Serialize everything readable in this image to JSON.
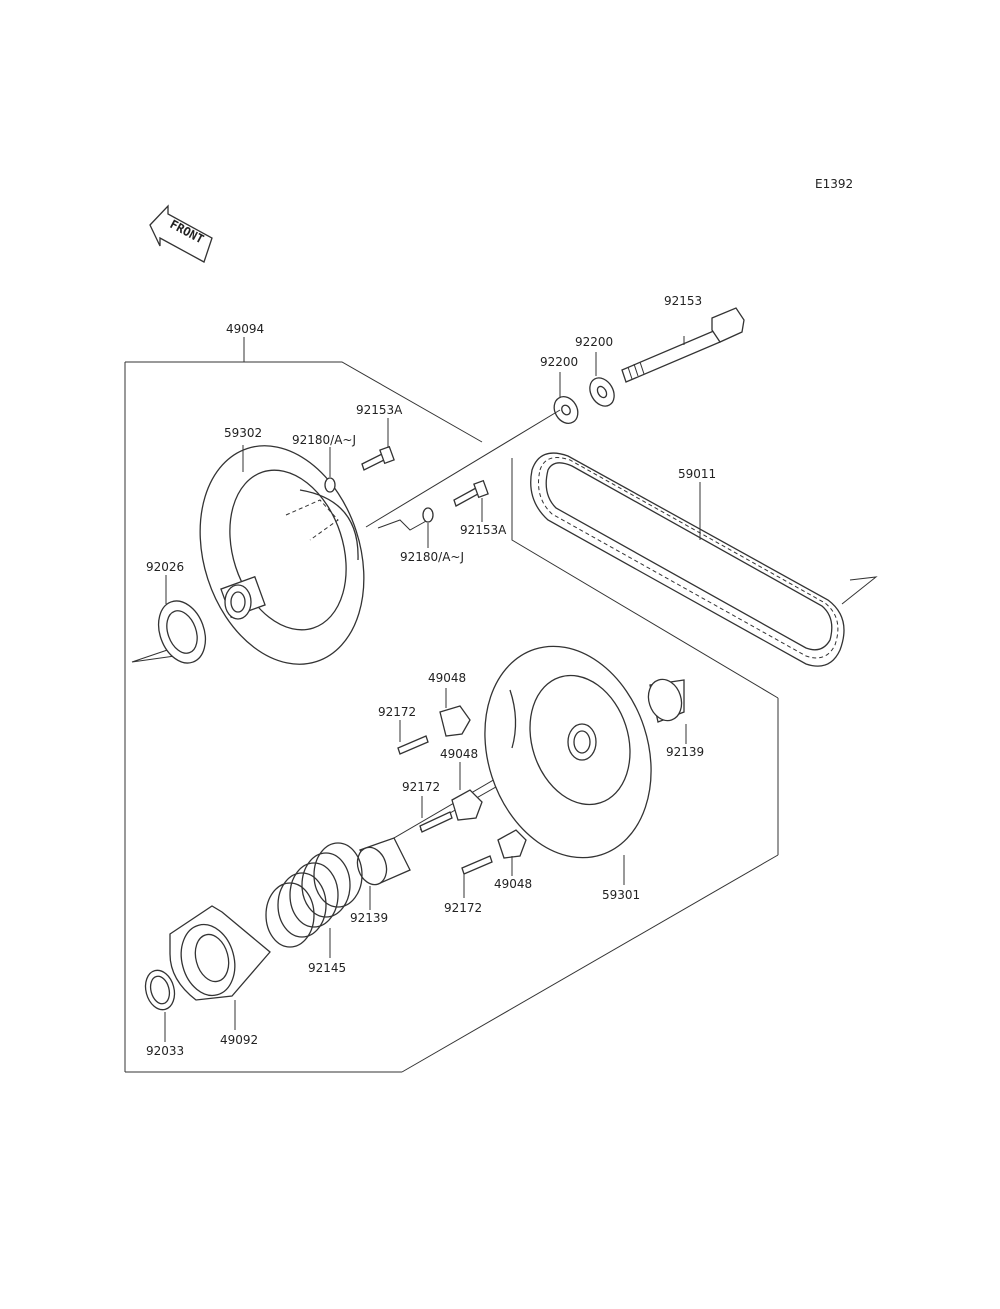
{
  "diagram_code": "E1392",
  "front_label": "FRONT",
  "labels": {
    "p49094": "49094",
    "p92153": "92153",
    "p92200a": "92200",
    "p92200b": "92200",
    "p59302": "59302",
    "p92180a": "92180/A~J",
    "p92153a1": "92153A",
    "p92153a2": "92153A",
    "p92180b": "92180/A~J",
    "p59011": "59011",
    "p92026": "92026",
    "p49048a": "49048",
    "p49048b": "49048",
    "p49048c": "49048",
    "p92172a": "92172",
    "p92172b": "92172",
    "p92172c": "92172",
    "p92139a": "92139",
    "p92139b": "92139",
    "p59301": "59301",
    "p92145": "92145",
    "p92033": "92033",
    "p49092": "49092"
  }
}
